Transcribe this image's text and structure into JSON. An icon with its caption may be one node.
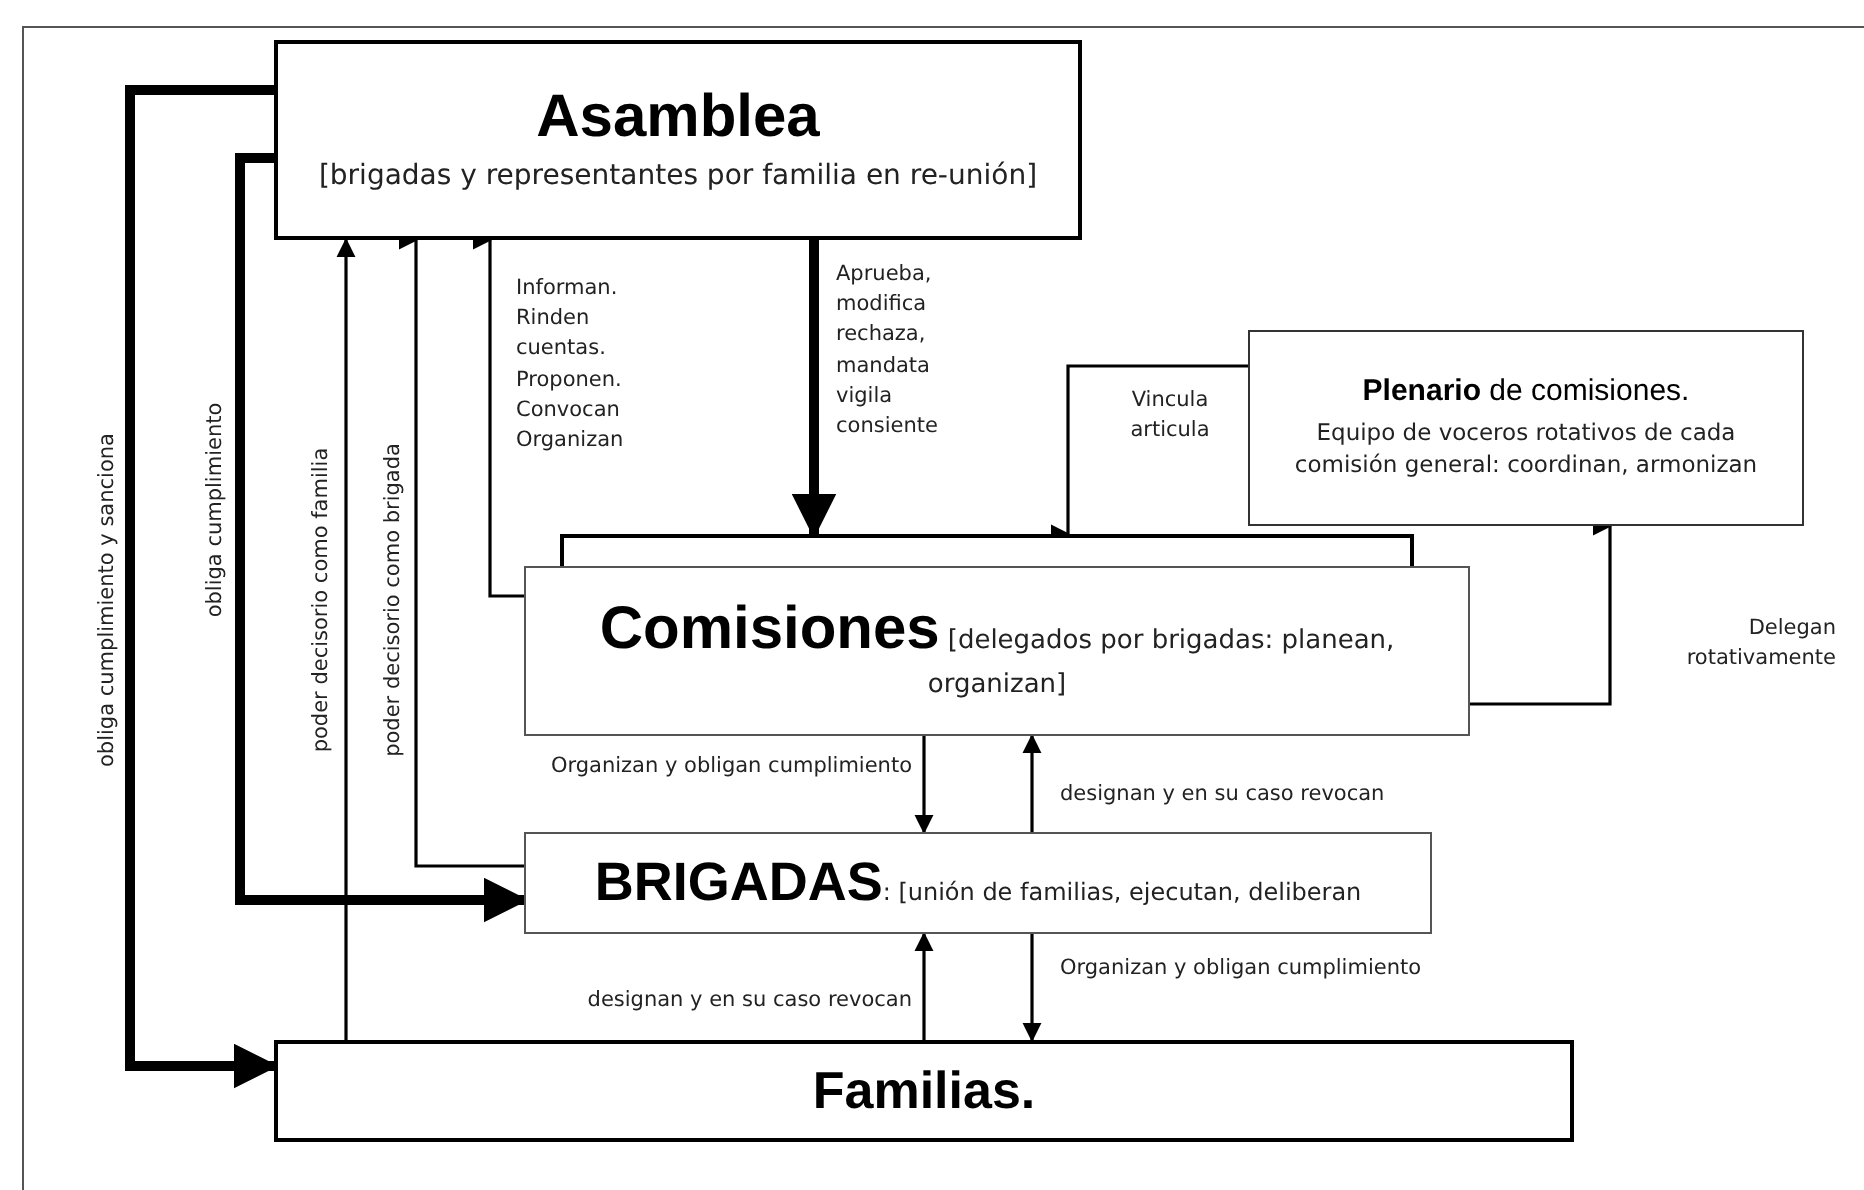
{
  "diagram": {
    "nodes": [
      {
        "text": [
          "Asamblea",
          "[brigadas y representantes por familia en re-unión]"
        ]
      },
      {
        "text": [
          "**Plenario** de comisiones.",
          "Equipo de voceros rotativos de cada comisión general: coordinan, armonizan"
        ]
      },
      {
        "text": [],
        "shape": "box"
      },
      {
        "text": [
          "Comisiones",
          "[delegados por brigadas: planean, organizan]"
        ]
      },
      {
        "text": [
          "BRIGADAS",
          ": [unión de familias, ejecutan, deliberan"
        ]
      },
      {
        "text": [
          "Familias."
        ]
      }
    ],
    "edges": [
      {
        "from": 0,
        "to": 5,
        "arrow": "to",
        "label": "obliga cumplimiento y sanciona",
        "style": "thick"
      },
      {
        "from": 0,
        "to": 4,
        "arrow": "to",
        "label": "obliga cumplimiento",
        "style": "thick"
      },
      {
        "from": 5,
        "to": 0,
        "arrow": "to",
        "label": "poder decisorio como familia"
      },
      {
        "from": 4,
        "to": 0,
        "arrow": "to",
        "label": "poder decisorio como brigada"
      },
      {
        "from": 3,
        "to": 0,
        "arrow": "to",
        "label": "Informan. Rinden cuentas. Proponen. Convocan Organizan"
      },
      {
        "from": 0,
        "to": 2,
        "arrow": "to",
        "label": "Aprueba, modifica rechaza, mandata vigila consiente",
        "style": "thick"
      },
      {
        "from": 1,
        "to": 2,
        "arrow": "to",
        "label": "Vincula articula"
      },
      {
        "from": 3,
        "to": 1,
        "arrow": "to",
        "label": "Delegan rotativamente"
      },
      {
        "from": 3,
        "to": 4,
        "arrow": "to",
        "label": "Organizan y obligan cumplimiento"
      },
      {
        "from": 4,
        "to": 3,
        "arrow": "to",
        "label": "designan y en su caso revocan"
      },
      {
        "from": 5,
        "to": 4,
        "arrow": "to",
        "label": "designan y en su caso revocan"
      },
      {
        "from": 4,
        "to": 5,
        "arrow": "to",
        "label": "Organizan y obligan cumplimiento"
      }
    ]
  }
}
